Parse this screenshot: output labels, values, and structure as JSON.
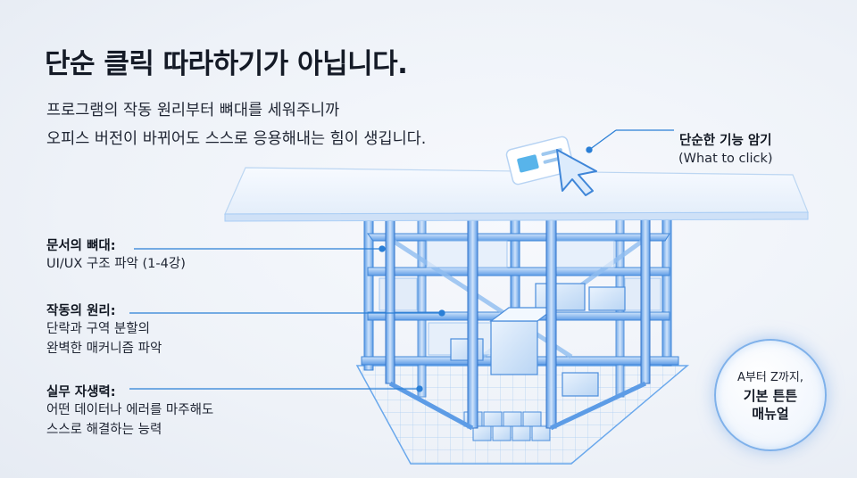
{
  "header": {
    "title": "단순 클릭 따라하기가 아닙니다.",
    "subtitle_lines": [
      "프로그램의 작동 원리부터 뼈대를 세워주니까",
      "오피스 버전이 바뀌어도 스스로 응용해내는 힘이 생깁니다."
    ]
  },
  "annotations": {
    "click": {
      "heading": "단순한 기능 암기",
      "body": "(What to click)"
    },
    "skeleton": {
      "heading": "문서의 뼈대:",
      "body": "UI/UX 구조 파악 (1-4강)"
    },
    "principle": {
      "heading": "작동의 원리:",
      "lines": [
        "단락과 구역 분할의",
        "완벽한 매커니즘 파악"
      ]
    },
    "practice": {
      "heading": "실무 자생력:",
      "lines": [
        "어떤 데이터나 에러를 마주해도",
        "스스로 해결하는 능력"
      ]
    }
  },
  "badge": {
    "line1": "A부터 Z까지,",
    "line2": "기본 튼튼",
    "line3": "매뉴얼"
  },
  "icons": {
    "cursor": "mouse-pointer-icon",
    "window": "ui-window-icon",
    "structure": "building-scaffold-icon"
  },
  "colors": {
    "accent": "#2a7fd6",
    "frame": "#6aa8ec",
    "frame_light": "#a9cdf5",
    "panel": "#eef4fc"
  }
}
